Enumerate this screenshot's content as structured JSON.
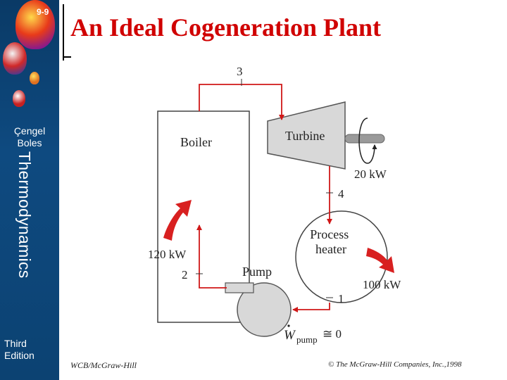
{
  "slide_number": "9-9",
  "sidebar": {
    "authors": [
      "Çengel",
      "Boles"
    ],
    "course": "Thermodynamics",
    "edition": [
      "Third",
      "Edition"
    ]
  },
  "title": "An Ideal Cogeneration Plant",
  "diagram": {
    "boiler_label": "Boiler",
    "turbine_label": "Turbine",
    "process_heater_label": [
      "Process",
      "heater"
    ],
    "pump_label": "Pump",
    "state_labels": [
      "1",
      "2",
      "3",
      "4"
    ],
    "q_in_label": "120 kW",
    "w_turbine_label": "20 kW",
    "q_process_label": "100 kW",
    "w_pump_symbol": "W",
    "w_pump_subscript": "pump",
    "w_pump_value": "≅ 0",
    "colors": {
      "piping": "#d01818",
      "heat_arrow": "#d82020",
      "equipment_fill": "#d8d8d8"
    }
  },
  "footer": {
    "left": "WCB/McGraw-Hill",
    "right": "© The McGraw-Hill Companies, Inc.,1998"
  }
}
